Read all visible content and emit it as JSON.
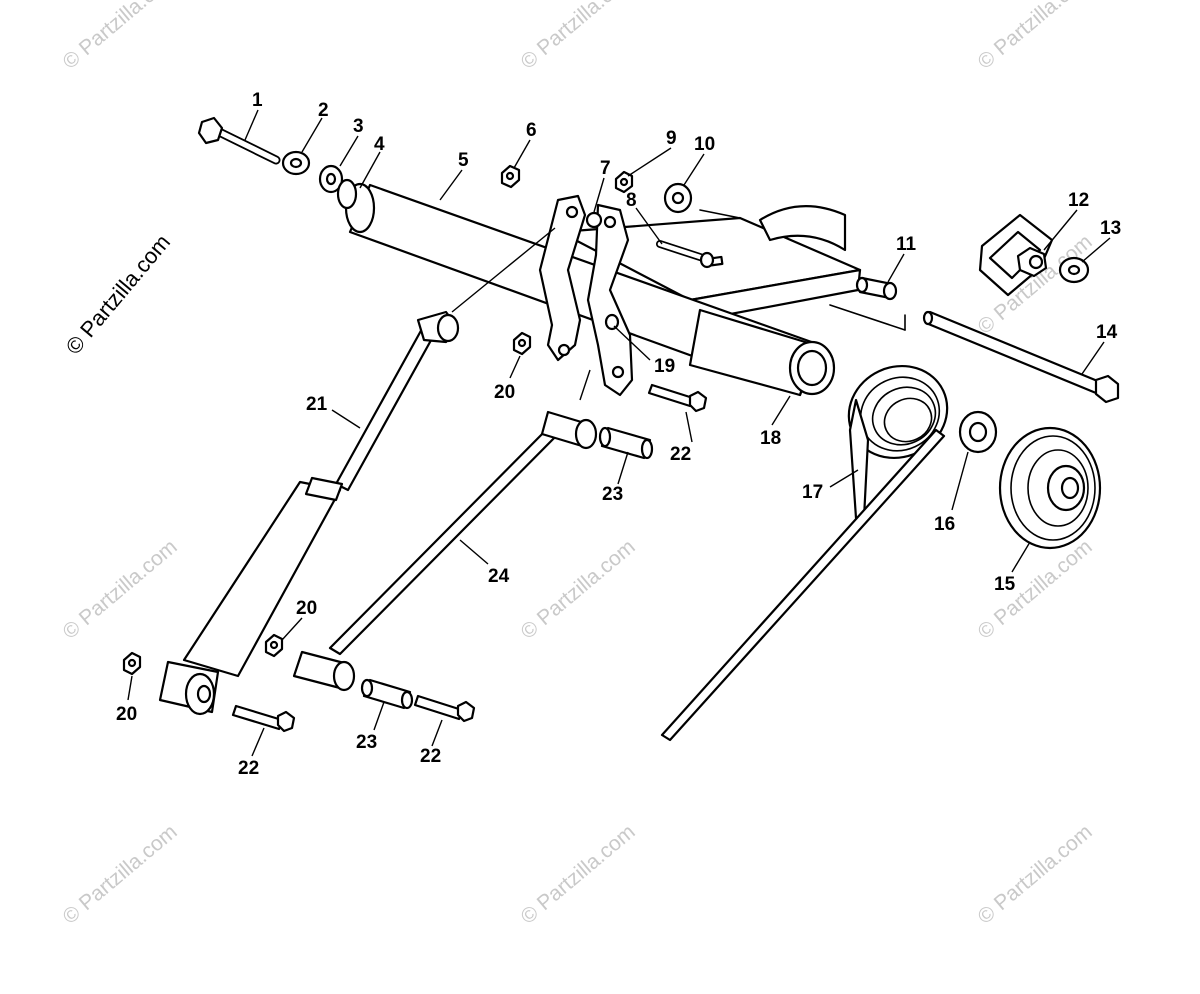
{
  "watermark": {
    "side_text": "© Partzilla.com",
    "tile_text": "© Partzilla.com"
  },
  "callouts": [
    {
      "id": "c1",
      "label": "1"
    },
    {
      "id": "c2",
      "label": "2"
    },
    {
      "id": "c3",
      "label": "3"
    },
    {
      "id": "c4",
      "label": "4"
    },
    {
      "id": "c5",
      "label": "5"
    },
    {
      "id": "c6",
      "label": "6"
    },
    {
      "id": "c7",
      "label": "7"
    },
    {
      "id": "c8",
      "label": "8"
    },
    {
      "id": "c9",
      "label": "9"
    },
    {
      "id": "c10",
      "label": "10"
    },
    {
      "id": "c11",
      "label": "11"
    },
    {
      "id": "c12",
      "label": "12"
    },
    {
      "id": "c13",
      "label": "13"
    },
    {
      "id": "c14",
      "label": "14"
    },
    {
      "id": "c15",
      "label": "15"
    },
    {
      "id": "c16",
      "label": "16"
    },
    {
      "id": "c17",
      "label": "17"
    },
    {
      "id": "c18",
      "label": "18"
    },
    {
      "id": "c19",
      "label": "19"
    },
    {
      "id": "c20a",
      "label": "20"
    },
    {
      "id": "c20b",
      "label": "20"
    },
    {
      "id": "c20c",
      "label": "20"
    },
    {
      "id": "c21",
      "label": "21"
    },
    {
      "id": "c22a",
      "label": "22"
    },
    {
      "id": "c22b",
      "label": "22"
    },
    {
      "id": "c22c",
      "label": "22"
    },
    {
      "id": "c23a",
      "label": "23"
    },
    {
      "id": "c23b",
      "label": "23"
    },
    {
      "id": "c24",
      "label": "24"
    }
  ]
}
